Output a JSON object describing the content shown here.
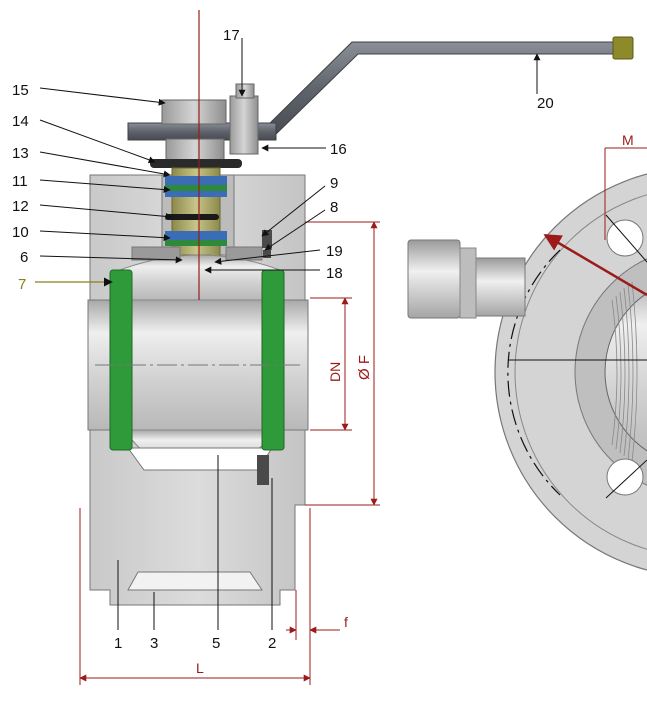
{
  "callouts": {
    "c1": "1",
    "c2": "2",
    "c3": "3",
    "c5": "5",
    "c6": "6",
    "c7": "7",
    "c8": "8",
    "c9": "9",
    "c10": "10",
    "c11": "11",
    "c12": "12",
    "c13": "13",
    "c14": "14",
    "c15": "15",
    "c16": "16",
    "c17": "17",
    "c18": "18",
    "c19": "19",
    "c20": "20"
  },
  "dimensions": {
    "dn": "DN",
    "phi_f": "Ø F",
    "l": "L",
    "f": "f",
    "m": "M"
  },
  "colors": {
    "dimension_red": "#9b1b1b",
    "seat_green": "#2f9a3a",
    "callout_7_olive": "#8a7f1e",
    "handle_tip": "#8c8a2a"
  }
}
